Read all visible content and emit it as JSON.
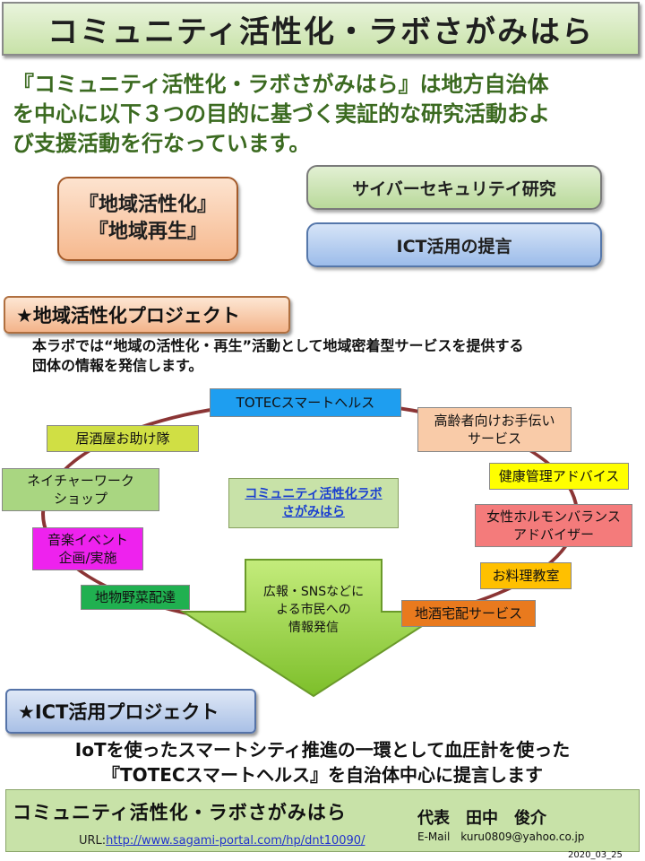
{
  "header": {
    "title": "コミュニティ活性化・ラボさがみはら"
  },
  "intro": {
    "lines": [
      "『コミュニティ活性化・ラボさがみはら』は地方自治体",
      "を中心に以下３つの目的に基づく実証的な研究活動およ",
      "び支援活動を行なっています。"
    ]
  },
  "goals": {
    "main_line1": "『地域活性化』",
    "main_line2": "『地域再生』",
    "cyber": "サイバーセキュリテイ研究",
    "ict": "ICT活用の提言"
  },
  "section1": {
    "heading": "★地域活性化プロジェクト",
    "text_line1": "本ラボでは“地域の活性化・再生”活動として地域密着型サービスを提供する",
    "text_line2": "団体の情報を発信します。"
  },
  "diagram": {
    "center_line1": "コミュニティ活性化ラボ",
    "center_line2": "さがみはら",
    "arrow_line1": "広報・SNSなどに",
    "arrow_line2": "よる市民への",
    "arrow_line3": "情報発信",
    "items": {
      "totec": "TOTECスマートヘルス",
      "izakaya": "居酒屋お助け隊",
      "elderly_1": "高齢者向けお手伝い",
      "elderly_2": "サービス",
      "nature_1": "ネイチャーワーク",
      "nature_2": "ショップ",
      "health": "健康管理アドバイス",
      "music_1": "音楽イベント",
      "music_2": "企画/実施",
      "hormone_1": "女性ホルモンバランス",
      "hormone_2": "アドバイザー",
      "cooking": "お料理教室",
      "veg": "地物野菜配達",
      "sake": "地酒宅配サービス"
    },
    "colors": {
      "circle": "#8b3535",
      "totec": "#1e9ef0",
      "izakaya": "#d0df44",
      "elderly": "#f9cba8",
      "nature": "#a9d681",
      "health": "#ffff00",
      "music": "#ee22ee",
      "hormone": "#f47b7b",
      "cooking": "#ffc000",
      "veg": "#20b050",
      "sake": "#e97a1e",
      "arrow": "#a4d65a"
    }
  },
  "section2": {
    "heading": "★ICT活用プロジェクト",
    "line1": "IoTを使ったスマートシティ推進の一環として血圧計を使った",
    "line2": "『TOTECスマートヘルス』を自治体中心に提言します"
  },
  "footer": {
    "org": "コミュニティ活性化・ラボさがみはら",
    "url_label": "URL:",
    "url": "http://www.sagami-portal.com/hp/dnt10090/",
    "rep": "代表　田中　俊介",
    "email": "E-Mail　kuru0809@yahoo.co.jp",
    "date": "2020_03_25"
  }
}
